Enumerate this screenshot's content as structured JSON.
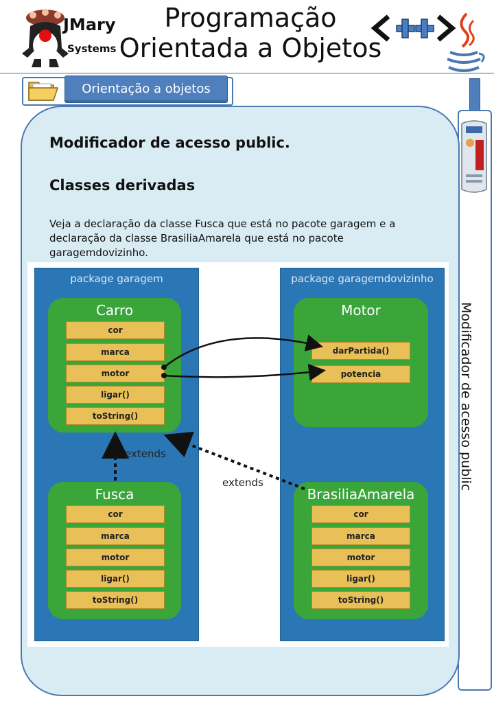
{
  "header": {
    "logo": {
      "line1": "JMary",
      "line2": "Systems"
    },
    "title_line1": "Programação",
    "title_line2": "Orientada a Objetos"
  },
  "tab": {
    "label": "Orientação a objetos"
  },
  "sidebar": {
    "label": "Modificador de acesso public"
  },
  "content": {
    "heading": "Modificador de acesso public.",
    "subheading": "Classes derivadas",
    "paragraph": "Veja a declaração da classe Fusca que está no pacote garagem e a declaração da classe BrasiliaAmarela que está no pacote garagemdovizinho."
  },
  "diagram": {
    "packages": [
      {
        "name": "package garagem"
      },
      {
        "name": "package garagemdovizinho"
      }
    ],
    "classes": {
      "carro": {
        "name": "Carro",
        "members": [
          "cor",
          "marca",
          "motor",
          "ligar()",
          "toString()"
        ]
      },
      "motor": {
        "name": "Motor",
        "members": [
          "darPartida()",
          "potencia"
        ]
      },
      "fusca": {
        "name": "Fusca",
        "members": [
          "cor",
          "marca",
          "motor",
          "ligar()",
          "toString()"
        ]
      },
      "brasilia": {
        "name": "BrasiliaAmarela",
        "members": [
          "cor",
          "marca",
          "motor",
          "ligar()",
          "toString()"
        ]
      }
    },
    "extends_label": "extends"
  },
  "colors": {
    "card_bg": "#daecf3",
    "accent_blue": "#4f80bd",
    "package_blue": "#2b77b5",
    "class_green": "#3aa63a",
    "member_gold": "#e9bf57"
  }
}
